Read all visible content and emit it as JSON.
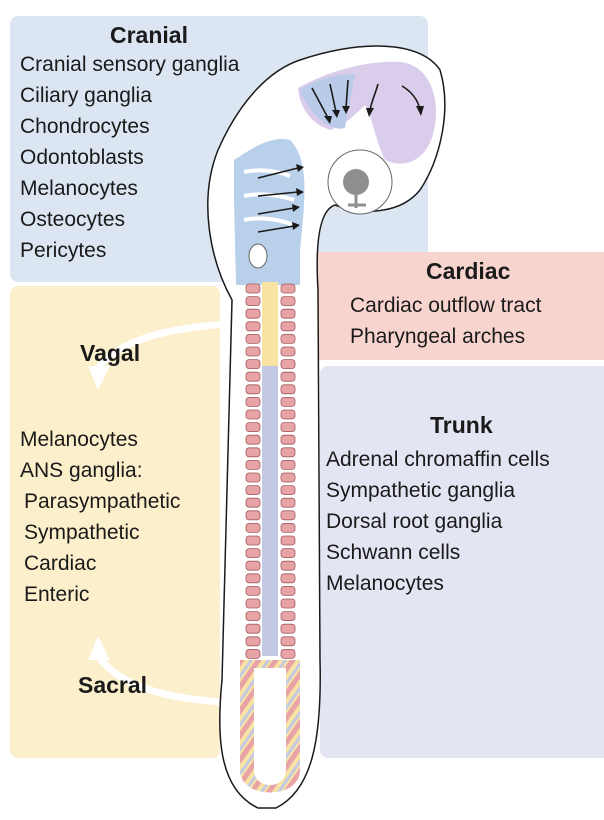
{
  "cranial": {
    "title": "Cranial",
    "items": [
      "Cranial sensory ganglia",
      "Ciliary ganglia",
      "Chondrocytes",
      "Odontoblasts",
      "Melanocytes",
      "Osteocytes",
      "Pericytes"
    ]
  },
  "cardiac": {
    "title": "Cardiac",
    "items": [
      "Cardiac outflow tract",
      "Pharyngeal arches"
    ]
  },
  "vagal_sacral": {
    "vagal_title": "Vagal",
    "sacral_title": "Sacral",
    "items": [
      "Melanocytes",
      "ANS ganglia:",
      "Parasympathetic",
      "Sympathetic",
      "Cardiac",
      "Enteric"
    ]
  },
  "trunk": {
    "title": "Trunk",
    "items": [
      "Adrenal chromaffin cells",
      "Sympathetic ganglia",
      "Dorsal root ganglia",
      "Schwann cells",
      "Melanocytes"
    ]
  },
  "colors": {
    "cranial": "#dbe6f2",
    "cardiac": "#f8d4cf",
    "vagal": "#fcefcb",
    "trunk": "#e4e5f3",
    "somite": "#e8a3a7",
    "neural_tube_cranial": "#b9d0ea",
    "neural_tube_vagal": "#f8e3a3",
    "neural_tube_trunk": "#c3c9e3"
  }
}
